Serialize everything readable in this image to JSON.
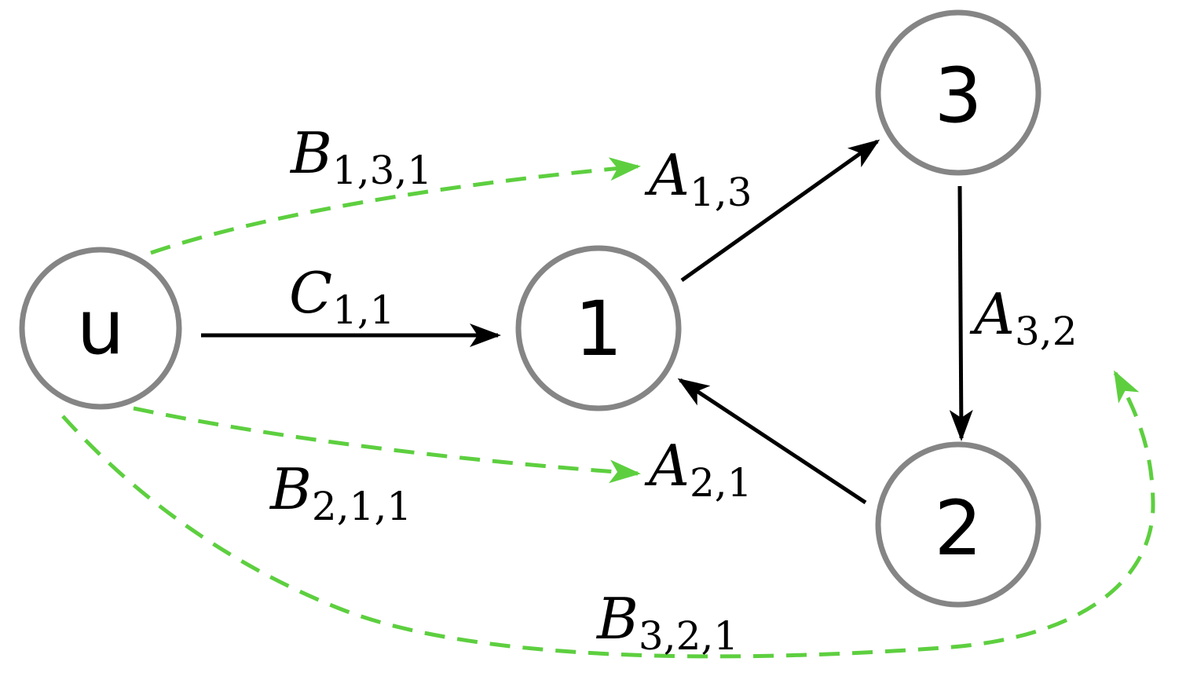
{
  "colors": {
    "node_stroke": "#858585",
    "solid_edge": "#000000",
    "dashed_edge": "#5dcf3f"
  },
  "nodes": {
    "u": "u",
    "n1": "1",
    "n2": "2",
    "n3": "3"
  },
  "labels": {
    "c11": {
      "main": "C",
      "sub": "1,1"
    },
    "a13": {
      "main": "A",
      "sub": "1,3"
    },
    "a32": {
      "main": "A",
      "sub": "3,2"
    },
    "a21": {
      "main": "A",
      "sub": "2,1"
    },
    "b131": {
      "main": "B",
      "sub": "1,3,1"
    },
    "b211": {
      "main": "B",
      "sub": "2,1,1"
    },
    "b321": {
      "main": "B",
      "sub": "3,2,1"
    }
  }
}
